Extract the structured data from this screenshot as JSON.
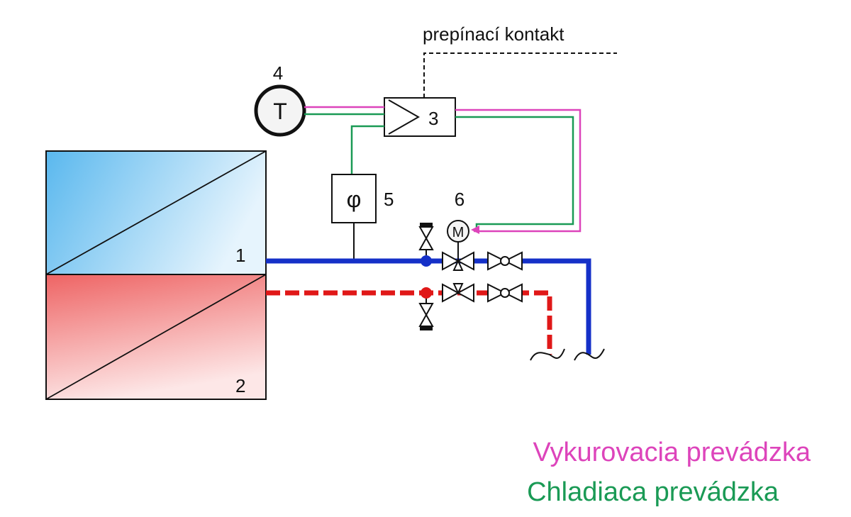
{
  "labels": {
    "coil_upper": "1",
    "coil_lower": "2",
    "controller": "3",
    "thermostat_num": "4",
    "thermostat_symbol": "T",
    "humidity_num": "5",
    "humidity_symbol": "φ",
    "valve_num": "6",
    "motor_symbol": "M",
    "switch_contact": "prepínací kontakt"
  },
  "legend": {
    "heating": "Vykurovacia prevádzka",
    "cooling": "Chladiaca prevádzka"
  },
  "colors": {
    "heating": "#dd44bb",
    "cooling": "#1a9a55",
    "cold_pipe": "#1530c8",
    "hot_pipe": "#e01818",
    "cold_panel": "#5ab8ee",
    "hot_panel": "#ee6666"
  }
}
